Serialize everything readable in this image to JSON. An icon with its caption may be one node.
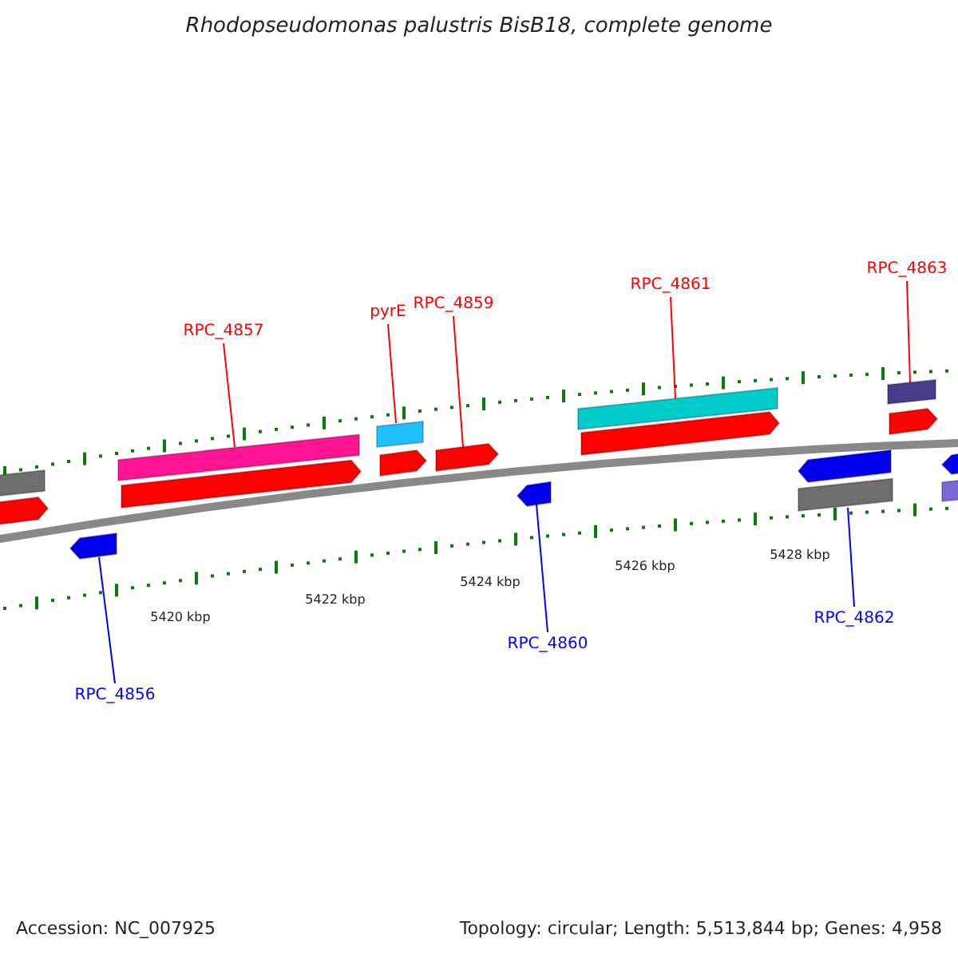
{
  "diagram": {
    "title": "Rhodopseudomonas palustris BisB18, complete genome",
    "nodes": [
      {
        "text": [
          "RPC_4857"
        ]
      },
      {
        "text": [
          "pyrE"
        ]
      },
      {
        "text": [
          "RPC_4859"
        ]
      },
      {
        "text": [
          "RPC_4861"
        ]
      },
      {
        "text": [
          "RPC_4863"
        ]
      },
      {
        "text": [
          "RPC_4856"
        ]
      },
      {
        "text": [
          "RPC_4860"
        ]
      },
      {
        "text": [
          "RPC_4862"
        ]
      },
      {
        "text": [],
        "shape": "bar"
      },
      {
        "text": [],
        "shape": "bar"
      },
      {
        "text": [],
        "shape": "bar"
      },
      {
        "text": [],
        "shape": "bar"
      },
      {
        "text": [],
        "shape": "bar"
      },
      {
        "text": [],
        "shape": "bar"
      },
      {
        "text": [],
        "shape": "bar"
      },
      {
        "text": [],
        "shape": "bar"
      },
      {
        "text": [],
        "shape": "bar"
      },
      {
        "text": [],
        "shape": "bar"
      },
      {
        "text": [],
        "shape": "bar"
      },
      {
        "text": [],
        "shape": "bar"
      },
      {
        "text": [],
        "shape": "bar"
      },
      {
        "text": [],
        "shape": "bar"
      },
      {
        "text": [],
        "shape": "bar"
      },
      {
        "text": [],
        "shape": "bar"
      },
      {
        "text": [],
        "shape": "bar"
      },
      {
        "text": [],
        "shape": "bar"
      }
    ],
    "edges": [
      {
        "from": 0,
        "to": 12,
        "arrow": "none"
      },
      {
        "from": 1,
        "to": 14,
        "arrow": "none"
      },
      {
        "from": 2,
        "to": 16,
        "arrow": "none"
      },
      {
        "from": 3,
        "to": 18,
        "arrow": "none"
      },
      {
        "from": 4,
        "to": 22,
        "arrow": "none"
      },
      {
        "from": 5,
        "to": 11,
        "arrow": "none",
        "color": "#0000ff"
      },
      {
        "from": 6,
        "to": 17,
        "arrow": "none",
        "color": "#0000ff"
      },
      {
        "from": 7,
        "to": 21,
        "arrow": "none",
        "color": "#0000ff"
      }
    ],
    "labels": [
      "5420 kbp",
      "5422 kbp",
      "5424 kbp",
      "5426 kbp",
      "5428 kbp",
      "Accession: NC_007925",
      "Topology: circular; Length: 5,513,844 bp; Genes: 4,958"
    ]
  }
}
